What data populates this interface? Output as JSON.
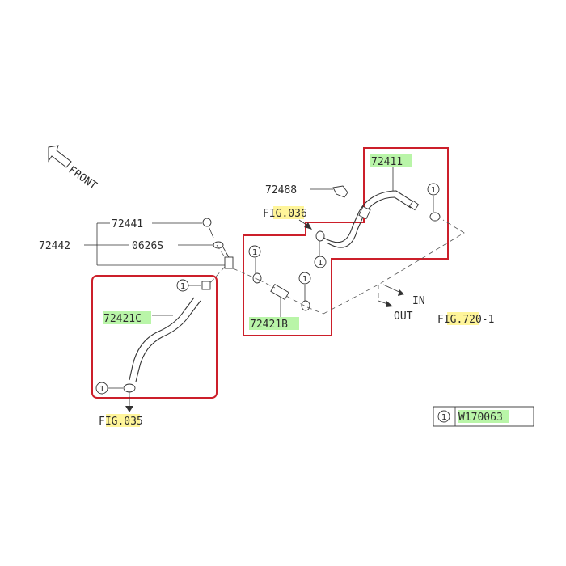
{
  "front_label": "FRONT",
  "parts": {
    "p72411": "72411",
    "p72488": "72488",
    "p72441": "72441",
    "p72442": "72442",
    "p0626s": "0626S",
    "p72421c": "72421C",
    "p72421b": "72421B"
  },
  "figs": {
    "fig036": "FIG.036",
    "fig035": "FIG.035",
    "fig720": "FIG.720-1"
  },
  "flow": {
    "in": "IN",
    "out": "OUT"
  },
  "callout": "1",
  "legend": {
    "num": "1",
    "code": "W170063"
  },
  "colors": {
    "box": "#cc1f2a",
    "green_hl": "#b9f5a8",
    "yellow_hl": "#fff59a"
  }
}
